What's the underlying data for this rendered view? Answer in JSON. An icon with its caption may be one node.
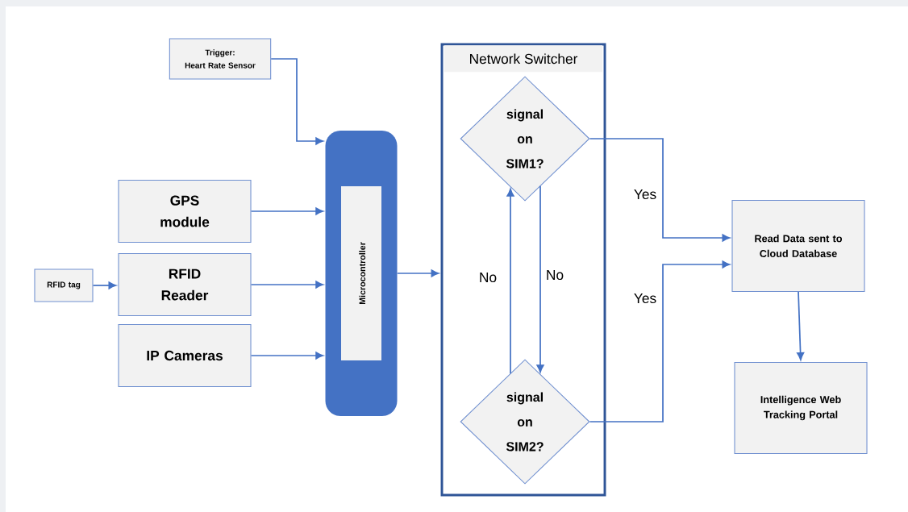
{
  "diagram": {
    "nodes": [
      {
        "text": [
          "Trigger:",
          "Heart Rate Sensor"
        ]
      },
      {
        "text": [
          "GPS module"
        ]
      },
      {
        "text": [
          "RFID tag"
        ]
      },
      {
        "text": [
          "RFID Reader"
        ]
      },
      {
        "text": [
          "IP Cameras"
        ]
      },
      {
        "text": [
          "Microcontroller"
        ]
      },
      {
        "text": [
          "Network Switcher"
        ]
      },
      {
        "text": [
          "signal on SIM1?"
        ],
        "in": 6
      },
      {
        "text": [
          "signal on SIM2?"
        ],
        "in": 6
      },
      {
        "text": [
          "Read Data sent to Cloud Database"
        ]
      },
      {
        "text": [
          "Intelligence Web Tracking Portal"
        ]
      }
    ],
    "edges": [
      {
        "from": 0,
        "to": 5,
        "arrow": "to"
      },
      {
        "from": 1,
        "to": 5,
        "arrow": "to"
      },
      {
        "from": 2,
        "to": 3,
        "arrow": "to"
      },
      {
        "from": 3,
        "to": 5,
        "arrow": "to"
      },
      {
        "from": 4,
        "to": 5,
        "arrow": "to"
      },
      {
        "from": 5,
        "to": 6,
        "arrow": "to"
      },
      {
        "from": 8,
        "to": 7,
        "label": "No",
        "arrow": "to"
      },
      {
        "from": 7,
        "to": 8,
        "label": "No",
        "arrow": "to"
      },
      {
        "from": 7,
        "to": 9,
        "label": "Yes",
        "arrow": "to"
      },
      {
        "from": 8,
        "to": 9,
        "label": "Yes",
        "arrow": "to"
      },
      {
        "from": 9,
        "to": 10,
        "arrow": "to"
      }
    ]
  }
}
